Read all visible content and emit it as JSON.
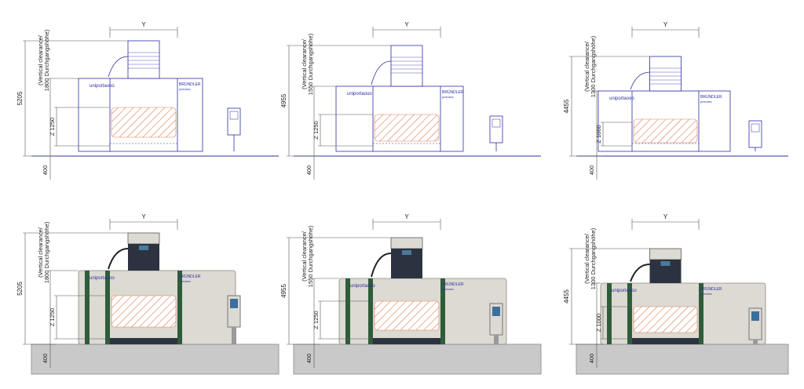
{
  "drawings": [
    {
      "y_label": "Y",
      "total_height": "5205",
      "clearance_line1": "(Vertical clearance/",
      "clearance_line2": "1800  Durchgangshöhe)",
      "z_label": "Z 1250",
      "base_height": "400"
    },
    {
      "y_label": "Y",
      "total_height": "4955",
      "clearance_line1": "(Vertical clearance/",
      "clearance_line2": "1550  Durchgangshöhe)",
      "z_label": "Z 1250",
      "base_height": "400"
    },
    {
      "y_label": "Y",
      "total_height": "4455",
      "clearance_line1": "(Vertical clearance/",
      "clearance_line2": "1300  Durchgangshöhe)",
      "z_label": "Z 1000",
      "base_height": "400"
    },
    {
      "y_label": "Y",
      "total_height": "5205",
      "clearance_line1": "(Vertical clearance/",
      "clearance_line2": "1800  Durchgangshöhe)",
      "z_label": "Z 1250",
      "base_height": "400"
    },
    {
      "y_label": "Y",
      "total_height": "4955",
      "clearance_line1": "(Vertical clearance/",
      "clearance_line2": "1550  Durchgangshöhe)",
      "z_label": "Z 1250",
      "base_height": "400"
    },
    {
      "y_label": "Y",
      "total_height": "4455",
      "clearance_line1": "(Vertical clearance/",
      "clearance_line2": "1300  Durchgangshöhe)",
      "z_label": "Z 1000",
      "base_height": "400"
    }
  ],
  "brand": {
    "left_logo": "uniportaooo",
    "right_logo_line1": "BRÜNDLER",
    "right_logo_line2": "pneuma"
  },
  "colors": {
    "line_blue": "#2b2fa0",
    "dim_gray": "#555555",
    "hatch_orange": "#e07a55",
    "body_beige": "#dcdad2",
    "green_strip": "#2f5d3a",
    "dark_slate": "#2c3340",
    "ground_gray": "#c9c9c9"
  }
}
